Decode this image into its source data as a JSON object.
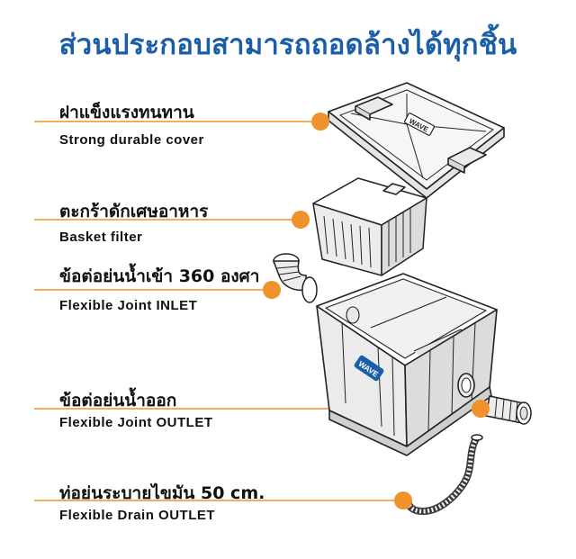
{
  "title": "ส่วนประกอบสามารถถอดล้างได้ทุกชิ้น",
  "brand": "WAVE",
  "accent_color": "#f0922b",
  "title_color": "#1a5ea8",
  "parts": [
    {
      "thai": "ฝาแข็งแรงทนทาน",
      "english": "Strong durable cover"
    },
    {
      "thai": "ตะกร้าดักเศษอาหาร",
      "english": "Basket filter"
    },
    {
      "thai": "ข้อต่อย่นน้ำเข้า 360 องศา",
      "english": "Flexible Joint INLET"
    },
    {
      "thai": "ข้อต่อย่นน้ำออก",
      "english": "Flexible Joint OUTLET"
    },
    {
      "thai": "ท่อย่นระบายไขมัน 50 cm.",
      "english": "Flexible Drain OUTLET"
    }
  ]
}
